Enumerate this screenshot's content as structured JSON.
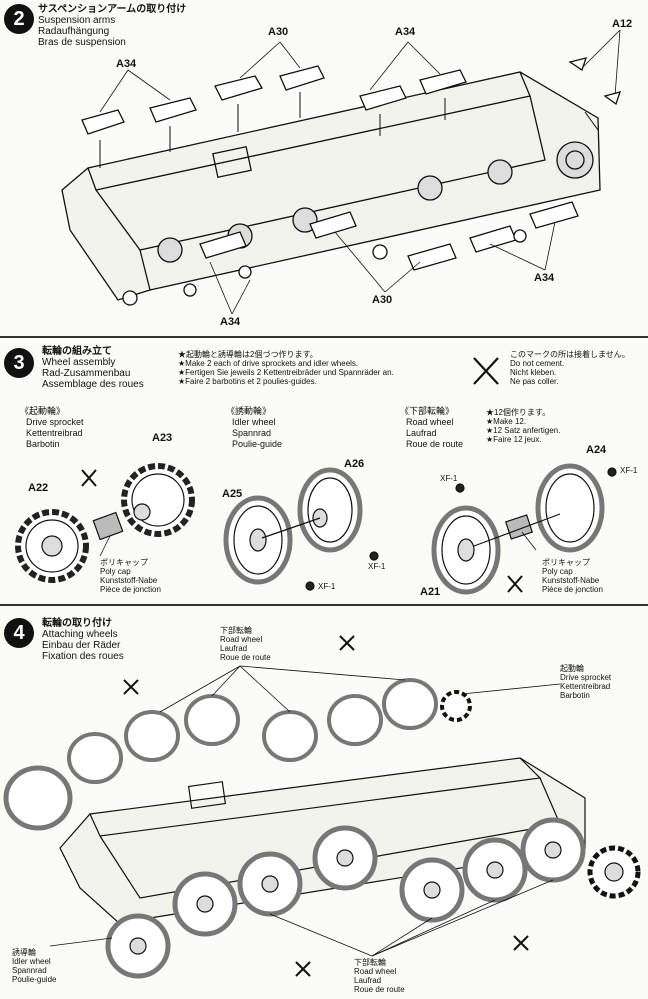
{
  "step2": {
    "number": "2",
    "title_jp": "サスペンションアームの取り付け",
    "title_en": "Suspension arms",
    "title_de": "Radaufhängung",
    "title_fr": "Bras de suspension",
    "parts": {
      "a30_top": "A30",
      "a34_top_left": "A34",
      "a34_top_mid": "A34",
      "a12": "A12",
      "a30_bottom": "A30",
      "a34_bottom_left": "A34",
      "a34_bottom_right": "A34"
    }
  },
  "step3": {
    "number": "3",
    "title_jp": "転輪の組み立て",
    "title_en": "Wheel assembly",
    "title_de": "Rad-Zusammenbau",
    "title_fr": "Assemblage des roues",
    "note": [
      "★起動輪と誘導輪は2個づつ作ります。",
      "★Make 2 each of drive sprockets and idler wheels.",
      "★Fertigen Sie jeweils 2 Kettentreibräder und Spannräder an.",
      "★Faire 2 barbotins et 2 poulies-guides."
    ],
    "no_cement": [
      "このマークの所は接着しません。",
      "Do not cement.",
      "Nicht kleben.",
      "Ne pas coller."
    ],
    "drive_sprocket": [
      "《起動輪》",
      "Drive sprocket",
      "Kettentreibrad",
      "Barbotin"
    ],
    "idler_wheel": [
      "《誘動輪》",
      "Idler wheel",
      "Spannrad",
      "Poulie-guide"
    ],
    "road_wheel": [
      "《下部転輪》",
      "Road wheel",
      "Laufrad",
      "Roue de route"
    ],
    "make12": [
      "★12個作ります。",
      "★Make 12.",
      "★12 Satz anfertigen.",
      "★Faire 12 jeux."
    ],
    "polycap_left": [
      "ポリキャップ",
      "Poly cap",
      "Kunststoff-Nabe",
      "Pièce de jonction"
    ],
    "polycap_right": [
      "ポリキャップ",
      "Poly cap",
      "Kunststoff-Nabe",
      "Pièce de jonction"
    ],
    "parts": {
      "a22": "A22",
      "a23": "A23",
      "a25": "A25",
      "a26": "A26",
      "a21": "A21",
      "a24": "A24",
      "xf1_a": "XF-1",
      "xf1_b": "XF-1",
      "xf1_c": "XF-1",
      "xf1_d": "XF-1"
    }
  },
  "step4": {
    "number": "4",
    "title_jp": "転輪の取り付け",
    "title_en": "Attaching wheels",
    "title_de": "Einbau der Räder",
    "title_fr": "Fixation des roues",
    "road_wheel_top": [
      "下部転輪",
      "Road wheel",
      "Laufrad",
      "Roue de route"
    ],
    "drive_sprocket": [
      "起動輪",
      "Drive sprocket",
      "Kettentreibrad",
      "Barbotin"
    ],
    "idler_wheel": [
      "誘導輪",
      "Idler wheel",
      "Spannrad",
      "Poulie-guide"
    ],
    "road_wheel_bottom": [
      "下部転輪",
      "Road wheel",
      "Laufrad",
      "Roue de route"
    ]
  },
  "colors": {
    "ink": "#111111",
    "paper": "#fbfbf8",
    "wheel_grey": "#9a9a9a"
  }
}
